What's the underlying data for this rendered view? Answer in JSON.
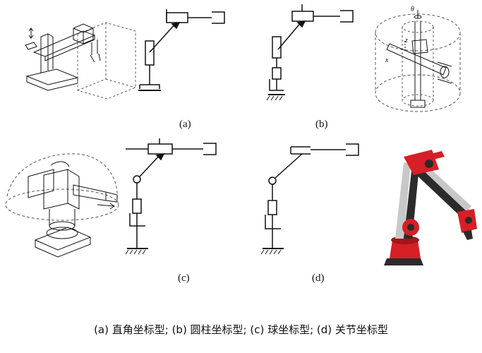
{
  "panels": {
    "a": {
      "label": "(a)"
    },
    "b": {
      "label": "(b)"
    },
    "c": {
      "label": "(c)"
    },
    "d": {
      "label": "(d)"
    }
  },
  "caption": "(a) 直角坐标型; (b) 圆柱坐标型; (c) 球坐标型; (d) 关节坐标型",
  "cylinder_labels": {
    "theta": "θ",
    "z": "z",
    "x": "x"
  },
  "colors": {
    "line": "#111111",
    "dash": "#555555",
    "robot_red": "#d61f26",
    "robot_dark": "#2b2b2b",
    "robot_silver": "#c8c8c8"
  }
}
